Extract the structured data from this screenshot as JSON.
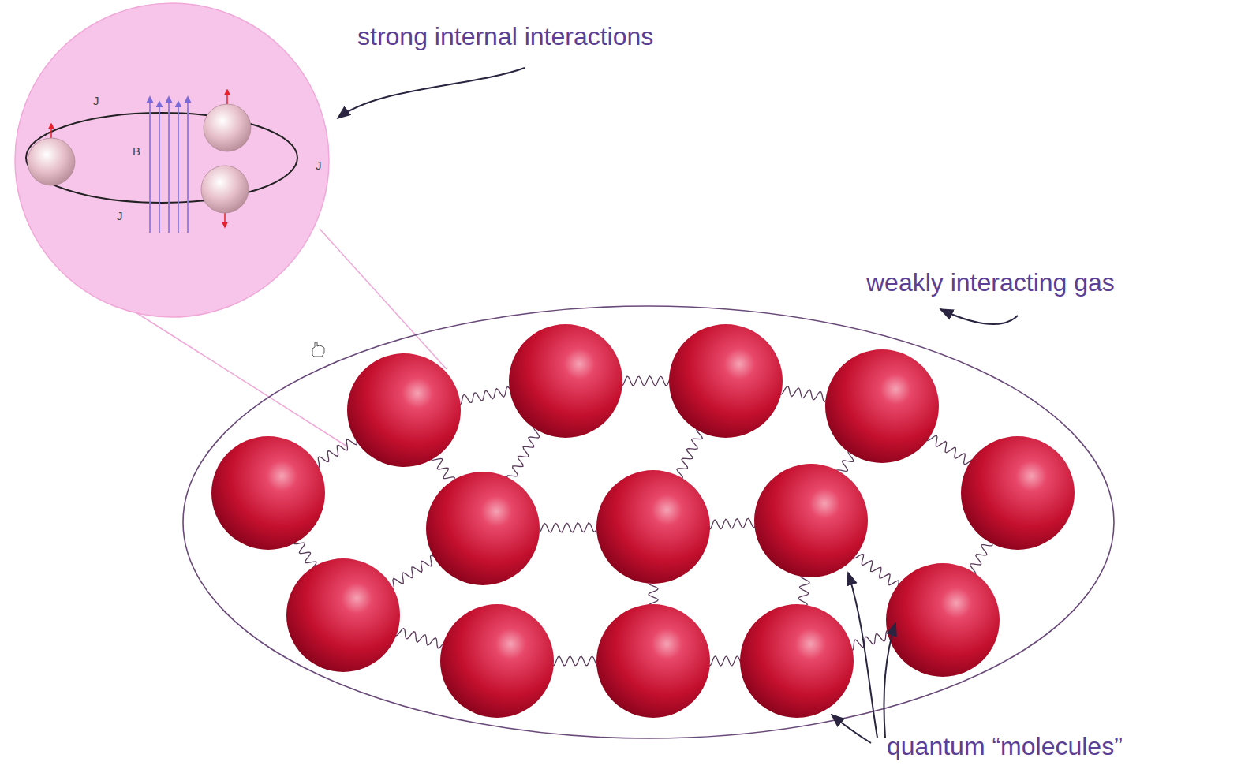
{
  "diagram": {
    "nodes": [
      {
        "text": [
          "J",
          "B",
          "J",
          "J"
        ]
      }
    ],
    "labels": [
      "strong internal interactions",
      "weakly interacting gas",
      "quantum “molecules”"
    ]
  }
}
